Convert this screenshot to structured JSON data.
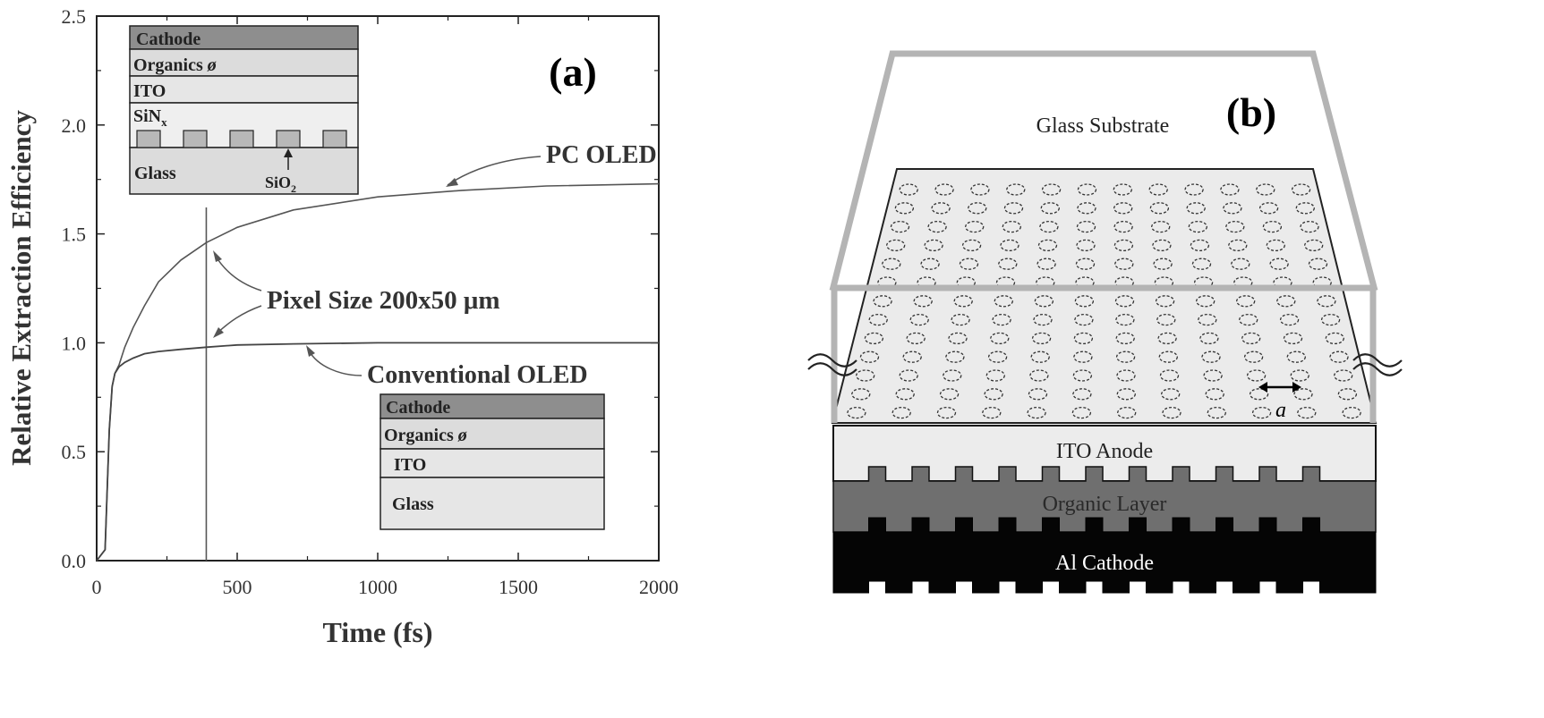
{
  "panel_a": {
    "label": "(a)",
    "inset_top": {
      "layers": [
        "Cathode",
        "Organics",
        "ITO",
        "SiN",
        "Glass"
      ],
      "sin_subscript": "x",
      "sio2_label": "SiO",
      "sio2_subscript": "2"
    },
    "inset_bottom": {
      "layers": [
        "Cathode",
        "Organics",
        "ITO",
        "Glass"
      ]
    },
    "organics_symbol": "ø",
    "annotations": {
      "pc_oled": "PC OLED",
      "pixel_size": "Pixel Size 200x50 μm",
      "conventional_oled": "Conventional OLED"
    }
  },
  "panel_b": {
    "label": "(b)",
    "glass_substrate": "Glass Substrate",
    "ito_anode": "ITO Anode",
    "organic_layer": "Organic Layer",
    "al_cathode": "Al Cathode",
    "lattice_symbol": "a",
    "break_symbol": "≈"
  },
  "chart_data": {
    "type": "line",
    "xlabel": "Time (fs)",
    "ylabel": "Relative Extraction Efficiency",
    "xlim": [
      0,
      2000
    ],
    "ylim": [
      0,
      2.5
    ],
    "xticks": [
      0,
      500,
      1000,
      1500,
      2000
    ],
    "yticks": [
      0.0,
      0.5,
      1.0,
      1.5,
      2.0,
      2.5
    ],
    "xtick_labels": [
      "0",
      "500",
      "1000",
      "1500",
      "2000"
    ],
    "ytick_labels": [
      "0.0",
      "0.5",
      "1.0",
      "1.5",
      "2.0",
      "2.5"
    ],
    "vline_x": 390,
    "grid": false,
    "series": [
      {
        "name": "PC OLED",
        "x": [
          0,
          30,
          45,
          55,
          65,
          80,
          100,
          130,
          170,
          220,
          300,
          390,
          500,
          700,
          1000,
          1300,
          1600,
          2000
        ],
        "y": [
          0,
          0.05,
          0.6,
          0.8,
          0.86,
          0.9,
          0.98,
          1.07,
          1.17,
          1.28,
          1.38,
          1.46,
          1.53,
          1.61,
          1.67,
          1.7,
          1.72,
          1.73
        ]
      },
      {
        "name": "Conventional OLED",
        "x": [
          0,
          30,
          45,
          55,
          65,
          80,
          100,
          130,
          170,
          220,
          300,
          390,
          500,
          700,
          1000,
          1500,
          2000
        ],
        "y": [
          0,
          0.05,
          0.6,
          0.8,
          0.86,
          0.89,
          0.91,
          0.93,
          0.95,
          0.96,
          0.97,
          0.98,
          0.99,
          0.995,
          1.0,
          1.0,
          1.0
        ]
      }
    ]
  }
}
